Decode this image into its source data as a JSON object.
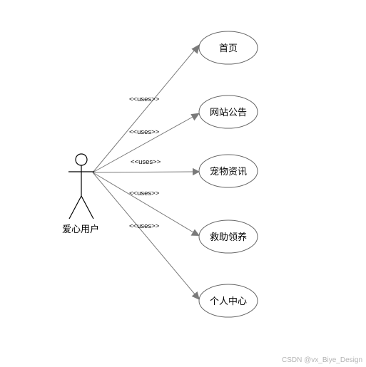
{
  "actor": {
    "name": "爱心用户",
    "icon": "stick-figure-actor-icon"
  },
  "use_cases": [
    {
      "id": "home",
      "label": "首页"
    },
    {
      "id": "notice",
      "label": "网站公告"
    },
    {
      "id": "pet-news",
      "label": "宠物资讯"
    },
    {
      "id": "rescue-adopt",
      "label": "救助领养"
    },
    {
      "id": "user-center",
      "label": "个人中心"
    }
  ],
  "relations": [
    {
      "from": "actor",
      "to": "home",
      "label": "<<uses>>"
    },
    {
      "from": "actor",
      "to": "notice",
      "label": "<<uses>>"
    },
    {
      "from": "actor",
      "to": "pet-news",
      "label": "<<uses>>"
    },
    {
      "from": "actor",
      "to": "rescue-adopt",
      "label": "<<uses>>"
    },
    {
      "from": "actor",
      "to": "user-center",
      "label": "<<uses>>"
    }
  ],
  "colors": {
    "edge": "#7a7a7a",
    "ellipse_stroke": "#666666",
    "watermark": "#b3b3b3"
  },
  "watermark": "CSDN @vx_Biye_Design"
}
